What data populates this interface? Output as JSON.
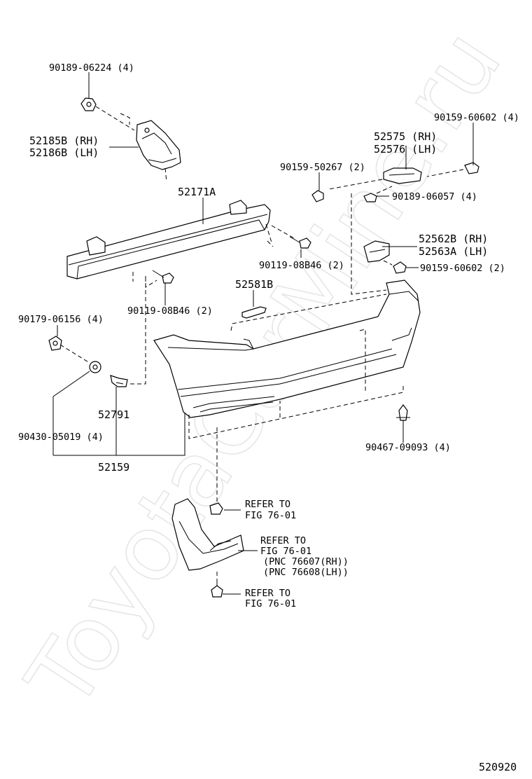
{
  "watermark": "ToyotaCarMine.ru",
  "figure_code": "520920",
  "labels": {
    "p90189_06224": "90189-06224 (4)",
    "p52185B": "52185B (RH)",
    "p52186B": "52186B (LH)",
    "p52171A": "52171A",
    "p90119_08B46_left": "90119-08B46 (2)",
    "p90119_08B46_right": "90119-08B46 (2)",
    "p90179_06156": "90179-06156 (4)",
    "p52791": "52791",
    "p90430_05019": "90430-05019 (4)",
    "p52159": "52159",
    "p90159_60602_top": "90159-60602 (4)",
    "p52575": "52575 (RH)",
    "p52576": "52576 (LH)",
    "p90159_50267": "90159-50267 (2)",
    "p90189_06057": "90189-06057 (4)",
    "p52562B": "52562B (RH)",
    "p52563A": "52563A (LH)",
    "p90159_60602_mid": "90159-60602 (2)",
    "p52581B": "52581B",
    "p90467_09093": "90467-09093 (4)"
  },
  "references": {
    "ref1_line1": "REFER TO",
    "ref1_line2": "FIG 76-01",
    "ref2_line1": "REFER TO",
    "ref2_line2": "FIG 76-01",
    "ref2_line3": "(PNC 76607(RH))",
    "ref2_line4": "(PNC 76608(LH))",
    "ref3_line1": "REFER TO",
    "ref3_line2": "FIG 76-01"
  }
}
